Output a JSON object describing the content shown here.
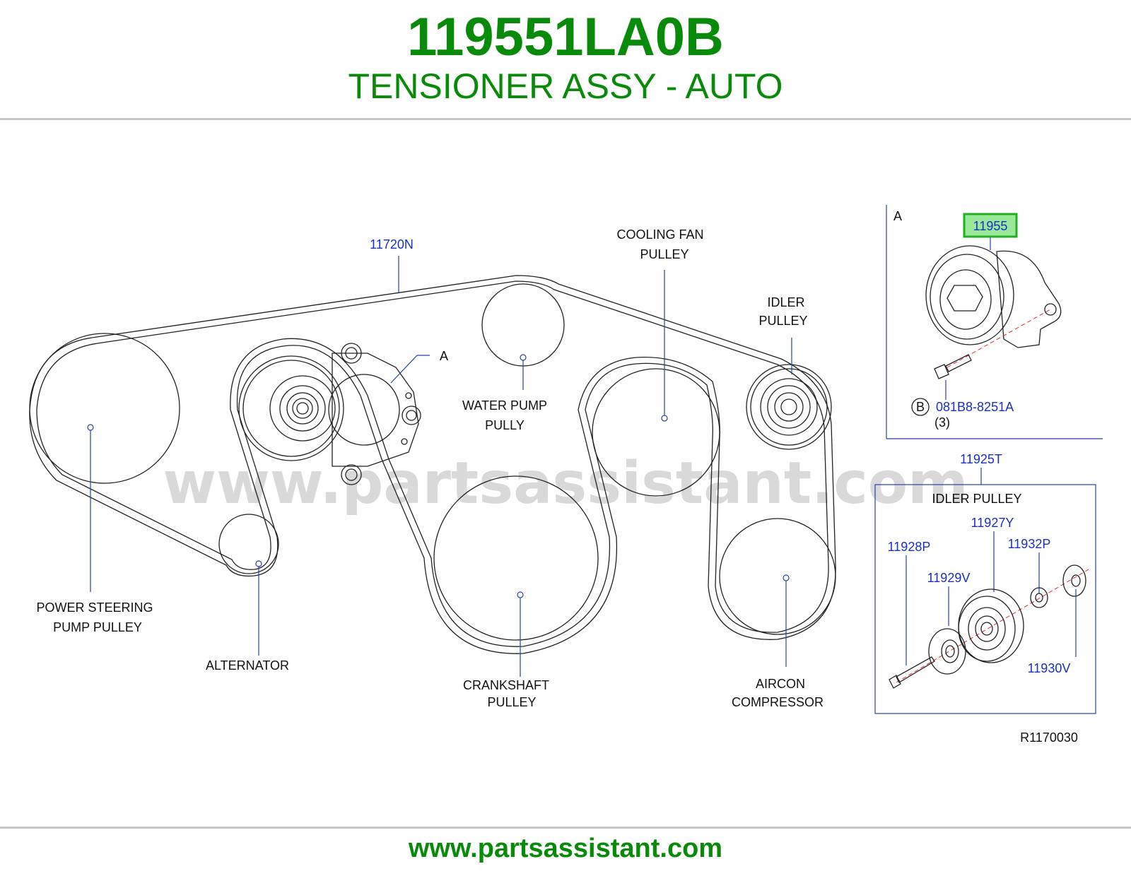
{
  "header": {
    "part_number": "119551LA0B",
    "description": "TENSIONER ASSY - AUTO"
  },
  "footer": {
    "url": "www.partsassistant.com"
  },
  "watermark": "www.partsassistant.com",
  "labels": {
    "belt": "11720N",
    "view_a_marker": "A",
    "inset_a_title": "A",
    "cooling_fan_1": "COOLING   FAN",
    "cooling_fan_2": "PULLEY",
    "idler_1": "IDLER",
    "idler_2": "PULLEY",
    "water_pump_1": "WATER   PUMP",
    "water_pump_2": "PULLY",
    "power_steering_1": "POWER   STEERING",
    "power_steering_2": "PUMP   PULLEY",
    "alternator": "ALTERNATOR",
    "crankshaft_1": "CRANKSHAFT",
    "crankshaft_2": "PULLEY",
    "aircon_1": "AIRCON",
    "aircon_2": "COMPRESSOR",
    "highlight_part": "11955",
    "bolt_circle": "B",
    "bolt_part": "081B8-8251A",
    "bolt_qty": "(3)",
    "idler_kit": "11925T",
    "idler_box_title": "IDLER   PULLEY",
    "p_11927Y": "11927Y",
    "p_11928P": "11928P",
    "p_11932P": "11932P",
    "p_11929V": "11929V",
    "p_11930V": "11930V",
    "ref_code": "R1170030"
  },
  "colors": {
    "brand_green": "#0a8a0a",
    "part_blue": "#1a2fc8",
    "highlight_green": "#22b022",
    "highlight_fill": "#9ae89a"
  }
}
